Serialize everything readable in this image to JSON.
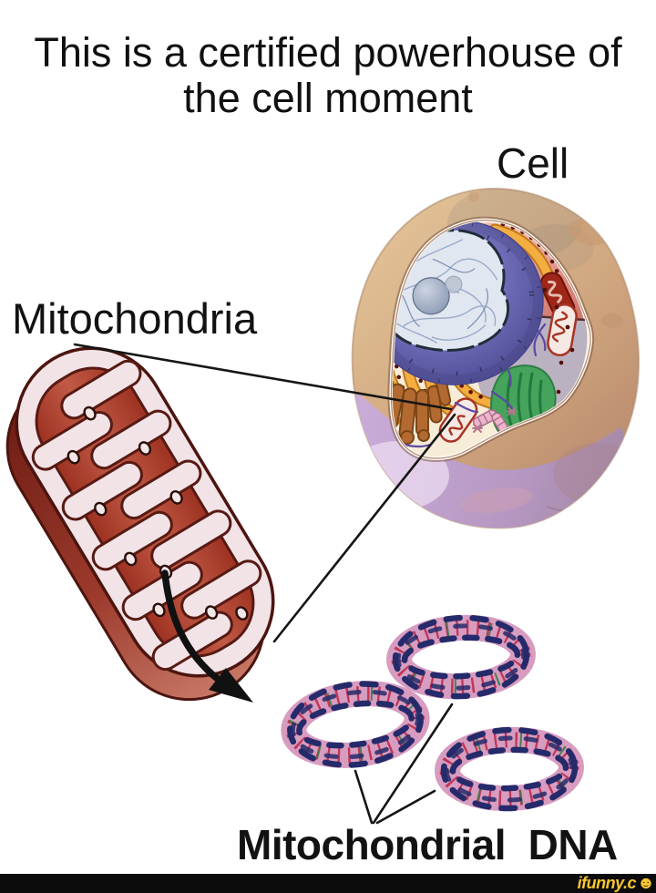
{
  "title": {
    "lines": [
      "This is a certified powerhouse of",
      "the cell moment"
    ]
  },
  "labels": {
    "cell": "Cell",
    "mitochondria": "Mitochondria",
    "mitochondrial_dna": "Mitochondrial  DNA"
  },
  "watermark": {
    "brand": "ifunny.c",
    "smiley": "☻"
  },
  "palette": {
    "background": "#ffffff",
    "caption_text": "#101010",
    "pointer_line": "#151515",
    "cell_tan": "#dcb68f",
    "cell_tan_dark": "#bb8b6d",
    "cell_purple": "#c0a0d0",
    "cytoplasm_cream": "#f7ecd8",
    "cut_plane_salmon": "#eba89f",
    "nucleus_purple": "#5a58a5",
    "chromatin_blue": "#e1e7f0",
    "er_orange": "#f2ab40",
    "ribosome_maroon": "#5a1206",
    "golgi_brown": "#b26a30",
    "organelle_green": "#46a35c",
    "mitochondrion_matrix_red": "#a93b28",
    "mitochondrion_membrane_pink": "#f2e3e7",
    "mitochondrion_outline": "#4c150f",
    "dna_ring_pink": "#d79cc0",
    "dna_helix_navy": "#252a6a",
    "dna_rung_red": "#c03050",
    "dna_rung_green": "#3d7c44",
    "watermark_yellow": "#f9c62e",
    "watermark_bar": "#0c0c0c"
  }
}
